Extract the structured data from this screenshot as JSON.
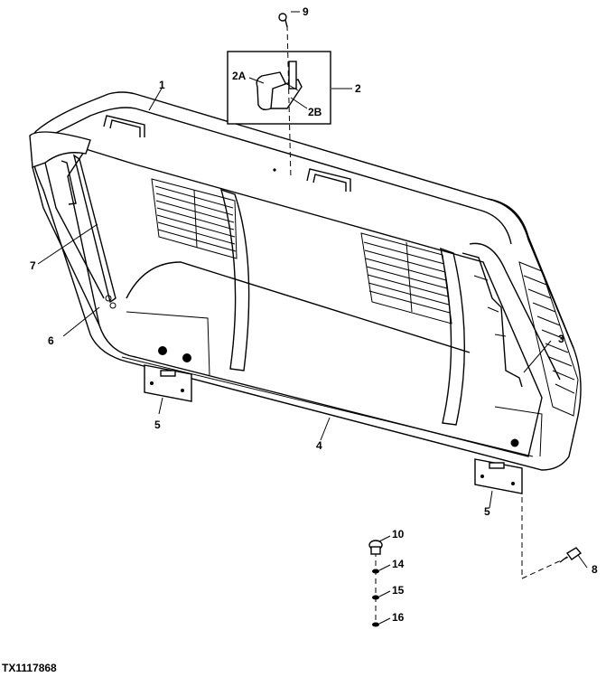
{
  "diagram": {
    "figure_id": "TX1117868",
    "callouts": {
      "c1": "1",
      "c2": "2",
      "c2a": "2A",
      "c2b": "2B",
      "c3": "3",
      "c4": "4",
      "c5a": "5",
      "c5b": "5",
      "c6": "6",
      "c7": "7",
      "c8": "8",
      "c9": "9",
      "c10": "10",
      "c14": "14",
      "c15": "15",
      "c16": "16"
    }
  }
}
